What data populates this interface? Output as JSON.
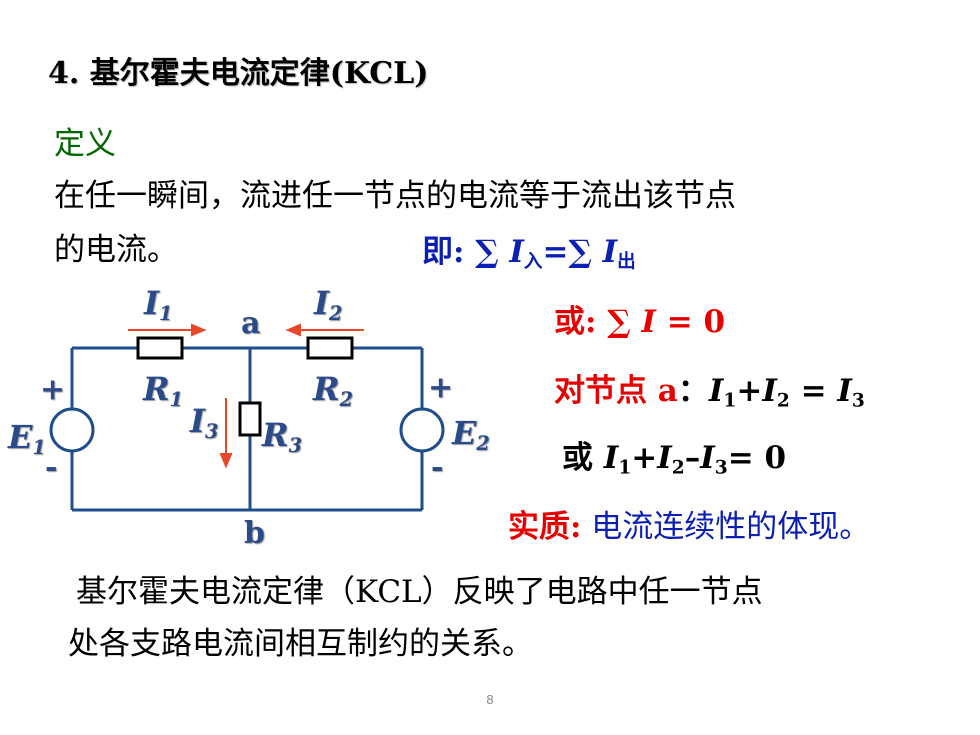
{
  "title": "4. 基尔霍夫电流定律(KCL)",
  "definition_heading": "定义",
  "definition_line1": "在任一瞬间，流进任一节点的电流等于流出该节点",
  "definition_line2": "的电流。",
  "formula1": {
    "prefix": "即: ∑ ",
    "I": "I",
    "sub_in": "入",
    "eq": "=∑ ",
    "I2": "I",
    "sub_out": "出"
  },
  "formula2": {
    "prefix": "或: ",
    "sum": "∑ ",
    "I": "I",
    "rest": " = 0"
  },
  "node_eq": {
    "prefix": "对节点 a",
    "colon": "："
  },
  "node_eq_alt": {
    "prefix": "或 "
  },
  "essence": {
    "label": "实质:",
    "text": " 电流连续性的体现。"
  },
  "conclusion_line1": "基尔霍夫电流定律（KCL）反映了电路中任一节点",
  "conclusion_line2": "处各支路电流间相互制约的关系。",
  "circuit": {
    "node_a": "a",
    "node_b": "b",
    "I1": "I",
    "I1_sub": "1",
    "I2": "I",
    "I2_sub": "2",
    "I3": "I",
    "I3_sub": "3",
    "R1": "R",
    "R1_sub": "1",
    "R2": "R",
    "R2_sub": "2",
    "R3": "R",
    "R3_sub": "3",
    "E1": "E",
    "E1_sub": "1",
    "E2": "E",
    "E2_sub": "2",
    "plus": "+",
    "minus": "-"
  },
  "page_number": "8",
  "colors": {
    "wire": "#1f4e8c",
    "arrow": "#e8472a",
    "green": "#006600",
    "blue": "#0b1fb0",
    "red": "#e60000"
  }
}
